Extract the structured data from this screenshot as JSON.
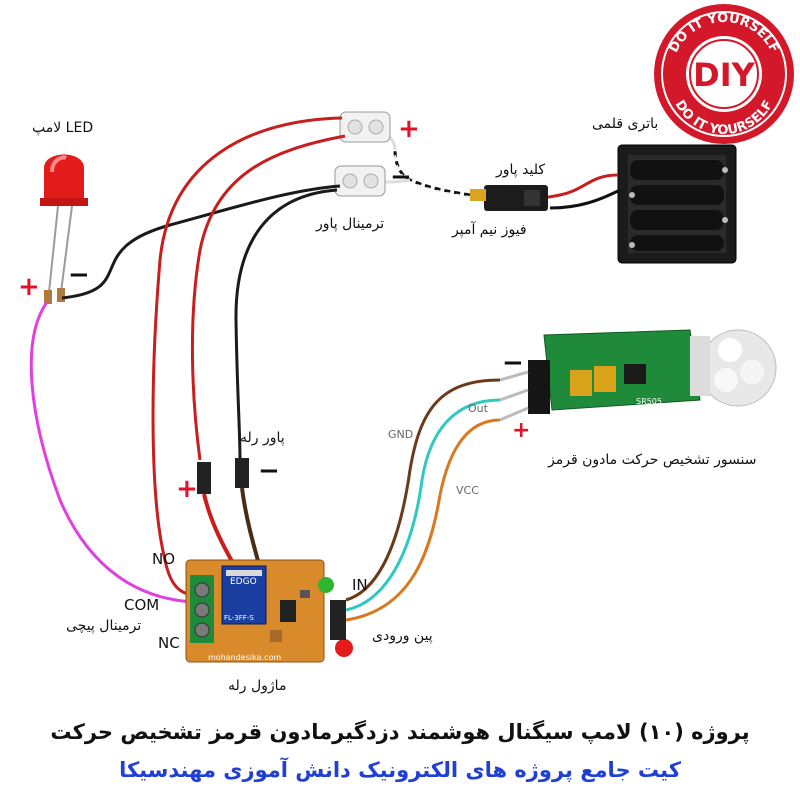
{
  "badge": {
    "text_top": "DO IT YOURSELF",
    "text_bottom": "DO IT YOURSELF",
    "center": "DIY",
    "color": "#d3182a"
  },
  "labels": {
    "led": "لامپ  LED",
    "battery": "باتری قلمی",
    "power_switch": "کلید پاور",
    "fuse": "فیوز نیم آمپر",
    "power_terminal": "ترمینال پاور",
    "relay_power": "پاور رله",
    "sensor": "سنسور تشخیص  حرکت مادون قرمز",
    "relay_module": "ماژول رله",
    "input_pins": "پین ورودی",
    "screw_terminal": "ترمینال پیچی",
    "no": "NO",
    "com": "COM",
    "nc": "NC",
    "in": "IN",
    "gnd": "GND",
    "out": "Out",
    "vcc": "VCC",
    "sensor_board": "SR505",
    "relay_brand": "EDGO",
    "relay_part": "FL-3FF-S",
    "pcb_site": "mohandesika.com"
  },
  "signs": {
    "plus": "+",
    "minus": "−"
  },
  "captions": {
    "title": "پروژه (۱۰) لامپ سیگنال هوشمند دزدگیرمادون قرمز تشخیص حرکت",
    "subtitle": "کیت جامع پروژه های الکترونیک دانش آموزی مهندسیکا"
  },
  "colors": {
    "red_wire": "#c81e1e",
    "black_wire": "#1a1a1a",
    "pink_wire": "#e040e0",
    "cyan_wire": "#2ec9c0",
    "brown_wire": "#6b3a1a",
    "orange_wire": "#d9781e",
    "pcb_green": "#1f8a3a",
    "relay_pcb": "#d98a2a",
    "caption_blue": "#1f3fd6"
  }
}
